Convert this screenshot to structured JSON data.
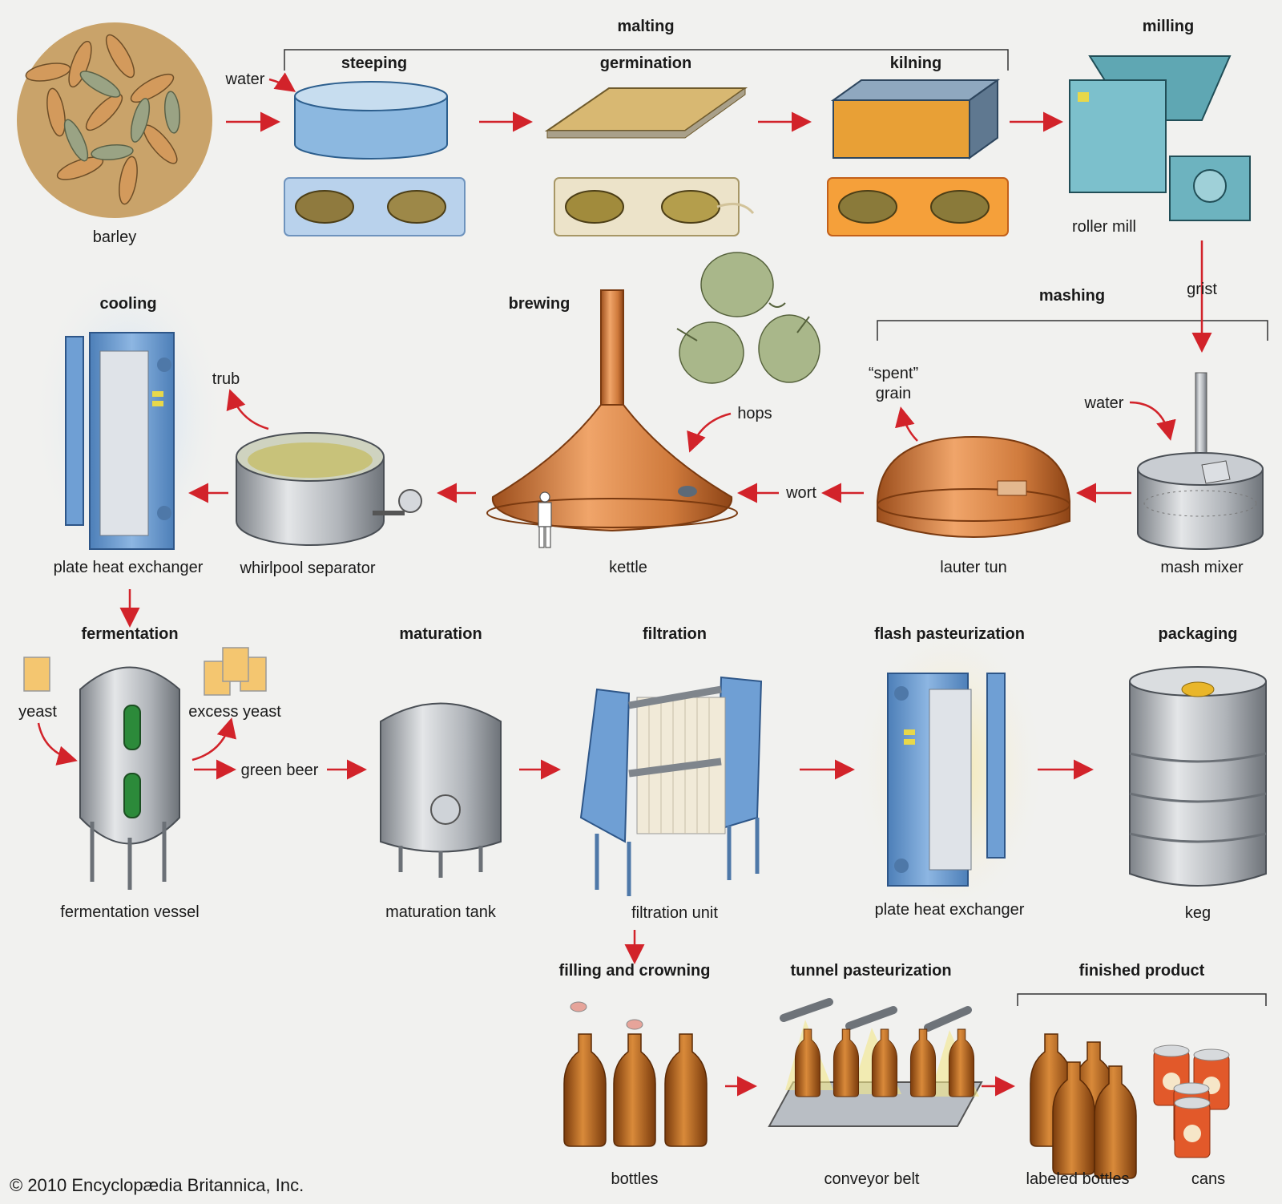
{
  "stages": {
    "malting": "malting",
    "steeping": "steeping",
    "germination": "germination",
    "kilning": "kilning",
    "milling": "milling",
    "mashing": "mashing",
    "brewing": "brewing",
    "cooling": "cooling",
    "fermentation": "fermentation",
    "maturation": "maturation",
    "filtration": "filtration",
    "flash_pasteurization": "flash pasteurization",
    "packaging": "packaging",
    "filling_crowning": "filling and crowning",
    "tunnel_pasteurization": "tunnel pasteurization",
    "finished_product": "finished product"
  },
  "labels": {
    "barley": "barley",
    "water_top": "water",
    "roller_mill": "roller mill",
    "grist": "grist",
    "water_mash": "water",
    "spent_grain_1": "“spent”",
    "spent_grain_2": "grain",
    "hops": "hops",
    "trub": "trub",
    "wort": "wort",
    "mash_mixer": "mash mixer",
    "lauter_tun": "lauter tun",
    "kettle": "kettle",
    "whirlpool_separator": "whirlpool separator",
    "plate_heat_exchanger_1": "plate heat exchanger",
    "yeast": "yeast",
    "excess_yeast": "excess yeast",
    "green_beer": "green beer",
    "fermentation_vessel": "fermentation vessel",
    "maturation_tank": "maturation tank",
    "filtration_unit": "filtration unit",
    "plate_heat_exchanger_2": "plate heat exchanger",
    "keg": "keg",
    "bottles": "bottles",
    "conveyor_belt": "conveyor belt",
    "labeled_bottles": "labeled bottles",
    "cans": "cans"
  },
  "copyright": "© 2010 Encyclopædia Britannica, Inc.",
  "colors": {
    "arrow": "#d2232a",
    "steel": "#a9adb3",
    "copper": "#cf7a3c",
    "blue_equipment": "#6f9fd4",
    "amber": "#b8621c"
  },
  "icons": [
    "barley-grain-icon",
    "steeping-tank-icon",
    "germination-tray-icon",
    "kiln-icon",
    "roller-mill-icon",
    "mash-mixer-icon",
    "lauter-tun-icon",
    "kettle-icon",
    "hops-icon",
    "whirlpool-icon",
    "heat-exchanger-icon",
    "fermentation-vessel-icon",
    "maturation-tank-icon",
    "filtration-unit-icon",
    "keg-icon",
    "bottle-icon",
    "conveyor-icon",
    "can-icon"
  ]
}
